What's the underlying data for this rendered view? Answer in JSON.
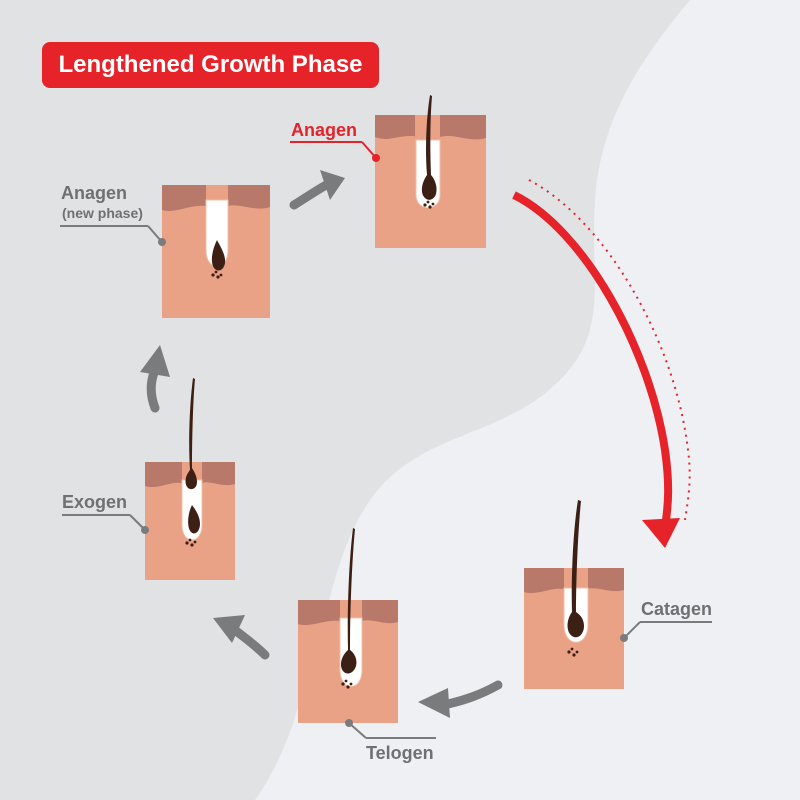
{
  "title": "Lengthened Growth Phase",
  "colors": {
    "accent": "#e52329",
    "neutral": "#7a7b7c",
    "skin": "#e9a285",
    "skin_top": "#b8786a",
    "hair": "#3d2015",
    "background_left": "#e1e2e4",
    "background_right": "#eef0f4"
  },
  "phases": [
    {
      "id": "anagen",
      "label": "Anagen",
      "highlighted": true
    },
    {
      "id": "catagen",
      "label": "Catagen",
      "highlighted": false
    },
    {
      "id": "telogen",
      "label": "Telogen",
      "highlighted": false
    },
    {
      "id": "exogen",
      "label": "Exogen",
      "highlighted": false
    },
    {
      "id": "anagen-new",
      "label": "Anagen",
      "sublabel": "(new phase)",
      "highlighted": false
    }
  ]
}
